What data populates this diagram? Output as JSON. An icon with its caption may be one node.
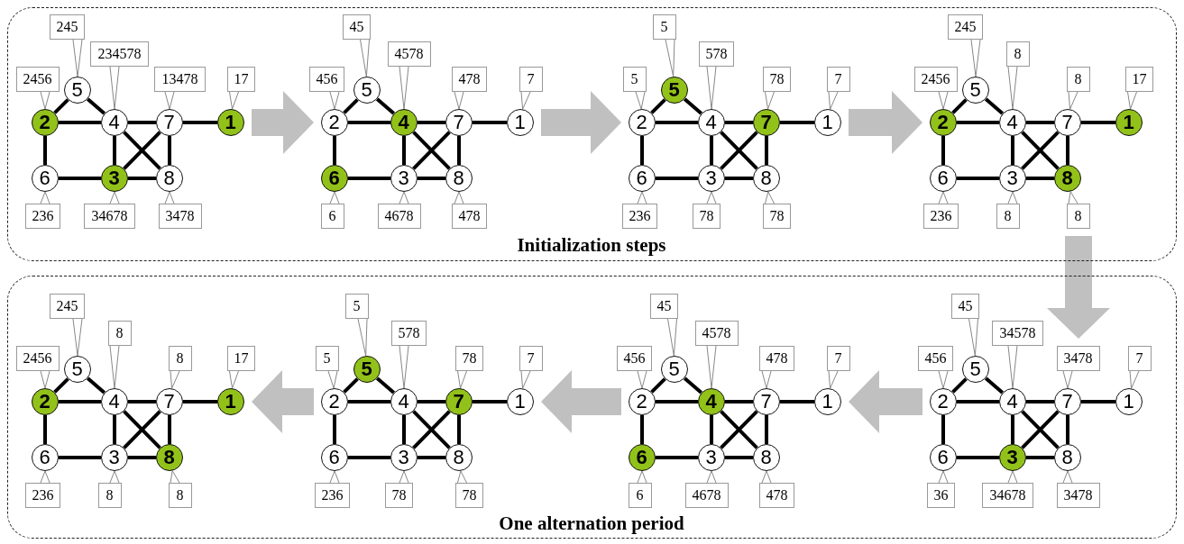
{
  "diagram": {
    "nodes": [
      {
        "text": [
          "Initialization steps"
        ]
      },
      {
        "text": [
          "5"
        ],
        "in": 0
      },
      {
        "text": [
          "2"
        ],
        "in": 0
      },
      {
        "text": [
          "4"
        ],
        "in": 0
      },
      {
        "text": [
          "7"
        ],
        "in": 0
      },
      {
        "text": [
          "1"
        ],
        "in": 0
      },
      {
        "text": [
          "6"
        ],
        "in": 0
      },
      {
        "text": [
          "3"
        ],
        "in": 0
      },
      {
        "text": [
          "8"
        ],
        "in": 0
      },
      {
        "text": [
          "245"
        ],
        "in": 0
      },
      {
        "text": [
          "2456"
        ],
        "in": 0
      },
      {
        "text": [
          "234578"
        ],
        "in": 0
      },
      {
        "text": [
          "13478"
        ],
        "in": 0
      },
      {
        "text": [
          "17"
        ],
        "in": 0
      },
      {
        "text": [
          "236"
        ],
        "in": 0
      },
      {
        "text": [
          "34678"
        ],
        "in": 0
      },
      {
        "text": [
          "3478"
        ],
        "in": 0
      },
      {
        "text": [
          "5"
        ],
        "in": 0
      },
      {
        "text": [
          "2"
        ],
        "in": 0
      },
      {
        "text": [
          "4"
        ],
        "in": 0
      },
      {
        "text": [
          "7"
        ],
        "in": 0
      },
      {
        "text": [
          "1"
        ],
        "in": 0
      },
      {
        "text": [
          "6"
        ],
        "in": 0
      },
      {
        "text": [
          "3"
        ],
        "in": 0
      },
      {
        "text": [
          "8"
        ],
        "in": 0
      },
      {
        "text": [
          "45"
        ],
        "in": 0
      },
      {
        "text": [
          "456"
        ],
        "in": 0
      },
      {
        "text": [
          "4578"
        ],
        "in": 0
      },
      {
        "text": [
          "478"
        ],
        "in": 0
      },
      {
        "text": [
          "7"
        ],
        "in": 0
      },
      {
        "text": [
          "6"
        ],
        "in": 0
      },
      {
        "text": [
          "4678"
        ],
        "in": 0
      },
      {
        "text": [
          "478"
        ],
        "in": 0
      },
      {
        "text": [
          "5"
        ],
        "in": 0
      },
      {
        "text": [
          "2"
        ],
        "in": 0
      },
      {
        "text": [
          "4"
        ],
        "in": 0
      },
      {
        "text": [
          "7"
        ],
        "in": 0
      },
      {
        "text": [
          "1"
        ],
        "in": 0
      },
      {
        "text": [
          "6"
        ],
        "in": 0
      },
      {
        "text": [
          "3"
        ],
        "in": 0
      },
      {
        "text": [
          "8"
        ],
        "in": 0
      },
      {
        "text": [
          "5"
        ],
        "in": 0
      },
      {
        "text": [
          "5"
        ],
        "in": 0
      },
      {
        "text": [
          "578"
        ],
        "in": 0
      },
      {
        "text": [
          "78"
        ],
        "in": 0
      },
      {
        "text": [
          "7"
        ],
        "in": 0
      },
      {
        "text": [
          "236"
        ],
        "in": 0
      },
      {
        "text": [
          "78"
        ],
        "in": 0
      },
      {
        "text": [
          "78"
        ],
        "in": 0
      },
      {
        "text": [
          "5"
        ],
        "in": 0
      },
      {
        "text": [
          "2"
        ],
        "in": 0
      },
      {
        "text": [
          "4"
        ],
        "in": 0
      },
      {
        "text": [
          "7"
        ],
        "in": 0
      },
      {
        "text": [
          "1"
        ],
        "in": 0
      },
      {
        "text": [
          "6"
        ],
        "in": 0
      },
      {
        "text": [
          "3"
        ],
        "in": 0
      },
      {
        "text": [
          "8"
        ],
        "in": 0
      },
      {
        "text": [
          "245"
        ],
        "in": 0
      },
      {
        "text": [
          "2456"
        ],
        "in": 0
      },
      {
        "text": [
          "8"
        ],
        "in": 0
      },
      {
        "text": [
          "8"
        ],
        "in": 0
      },
      {
        "text": [
          "17"
        ],
        "in": 0
      },
      {
        "text": [
          "236"
        ],
        "in": 0
      },
      {
        "text": [
          "8"
        ],
        "in": 0
      },
      {
        "text": [
          "8"
        ],
        "in": 0
      },
      {
        "text": [
          "One alternation period"
        ]
      },
      {
        "text": [
          "5"
        ],
        "in": 65
      },
      {
        "text": [
          "2"
        ],
        "in": 65
      },
      {
        "text": [
          "4"
        ],
        "in": 65
      },
      {
        "text": [
          "7"
        ],
        "in": 65
      },
      {
        "text": [
          "1"
        ],
        "in": 65
      },
      {
        "text": [
          "6"
        ],
        "in": 65
      },
      {
        "text": [
          "3"
        ],
        "in": 65
      },
      {
        "text": [
          "8"
        ],
        "in": 65
      },
      {
        "text": [
          "245"
        ],
        "in": 65
      },
      {
        "text": [
          "2456"
        ],
        "in": 65
      },
      {
        "text": [
          "8"
        ],
        "in": 65
      },
      {
        "text": [
          "8"
        ],
        "in": 65
      },
      {
        "text": [
          "17"
        ],
        "in": 65
      },
      {
        "text": [
          "236"
        ],
        "in": 65
      },
      {
        "text": [
          "8"
        ],
        "in": 65
      },
      {
        "text": [
          "8"
        ],
        "in": 65
      },
      {
        "text": [
          "5"
        ],
        "in": 65
      },
      {
        "text": [
          "2"
        ],
        "in": 65
      },
      {
        "text": [
          "4"
        ],
        "in": 65
      },
      {
        "text": [
          "7"
        ],
        "in": 65
      },
      {
        "text": [
          "1"
        ],
        "in": 65
      },
      {
        "text": [
          "6"
        ],
        "in": 65
      },
      {
        "text": [
          "3"
        ],
        "in": 65
      },
      {
        "text": [
          "8"
        ],
        "in": 65
      },
      {
        "text": [
          "5"
        ],
        "in": 65
      },
      {
        "text": [
          "5"
        ],
        "in": 65
      },
      {
        "text": [
          "578"
        ],
        "in": 65
      },
      {
        "text": [
          "78"
        ],
        "in": 65
      },
      {
        "text": [
          "7"
        ],
        "in": 65
      },
      {
        "text": [
          "236"
        ],
        "in": 65
      },
      {
        "text": [
          "78"
        ],
        "in": 65
      },
      {
        "text": [
          "78"
        ],
        "in": 65
      },
      {
        "text": [
          "5"
        ],
        "in": 65
      },
      {
        "text": [
          "2"
        ],
        "in": 65
      },
      {
        "text": [
          "4"
        ],
        "in": 65
      },
      {
        "text": [
          "7"
        ],
        "in": 65
      },
      {
        "text": [
          "1"
        ],
        "in": 65
      },
      {
        "text": [
          "6"
        ],
        "in": 65
      },
      {
        "text": [
          "3"
        ],
        "in": 65
      },
      {
        "text": [
          "8"
        ],
        "in": 65
      },
      {
        "text": [
          "45"
        ],
        "in": 65
      },
      {
        "text": [
          "456"
        ],
        "in": 65
      },
      {
        "text": [
          "4578"
        ],
        "in": 65
      },
      {
        "text": [
          "478"
        ],
        "in": 65
      },
      {
        "text": [
          "7"
        ],
        "in": 65
      },
      {
        "text": [
          "6"
        ],
        "in": 65
      },
      {
        "text": [
          "4678"
        ],
        "in": 65
      },
      {
        "text": [
          "478"
        ],
        "in": 65
      },
      {
        "text": [
          "5"
        ],
        "in": 65
      },
      {
        "text": [
          "2"
        ],
        "in": 65
      },
      {
        "text": [
          "4"
        ],
        "in": 65
      },
      {
        "text": [
          "7"
        ],
        "in": 65
      },
      {
        "text": [
          "1"
        ],
        "in": 65
      },
      {
        "text": [
          "6"
        ],
        "in": 65
      },
      {
        "text": [
          "3"
        ],
        "in": 65
      },
      {
        "text": [
          "8"
        ],
        "in": 65
      },
      {
        "text": [
          "45"
        ],
        "in": 65
      },
      {
        "text": [
          "456"
        ],
        "in": 65
      },
      {
        "text": [
          "34578"
        ],
        "in": 65
      },
      {
        "text": [
          "3478"
        ],
        "in": 65
      },
      {
        "text": [
          "7"
        ],
        "in": 65
      },
      {
        "text": [
          "36"
        ],
        "in": 65
      },
      {
        "text": [
          "34678"
        ],
        "in": 65
      },
      {
        "text": [
          "3478"
        ],
        "in": 65
      }
    ],
    "edges": [
      {
        "from": 1,
        "to": 2,
        "arrow": "none"
      },
      {
        "from": 1,
        "to": 3,
        "arrow": "none"
      },
      {
        "from": 2,
        "to": 3,
        "arrow": "none"
      },
      {
        "from": 2,
        "to": 6,
        "arrow": "none"
      },
      {
        "from": 3,
        "to": 4,
        "arrow": "none"
      },
      {
        "from": 4,
        "to": 5,
        "arrow": "none"
      },
      {
        "from": 3,
        "to": 7,
        "arrow": "none"
      },
      {
        "from": 3,
        "to": 8,
        "arrow": "none"
      },
      {
        "from": 4,
        "to": 7,
        "arrow": "none"
      },
      {
        "from": 4,
        "to": 8,
        "arrow": "none"
      },
      {
        "from": 6,
        "to": 7,
        "arrow": "none"
      },
      {
        "from": 7,
        "to": 8,
        "arrow": "none"
      },
      {
        "from": 9,
        "to": 1,
        "arrow": "none",
        "color": "#888888"
      },
      {
        "from": 10,
        "to": 2,
        "arrow": "none",
        "color": "#888888"
      },
      {
        "from": 11,
        "to": 3,
        "arrow": "none",
        "color": "#888888"
      },
      {
        "from": 12,
        "to": 4,
        "arrow": "none",
        "color": "#888888"
      },
      {
        "from": 13,
        "to": 5,
        "arrow": "none",
        "color": "#888888"
      },
      {
        "from": 14,
        "to": 6,
        "arrow": "none",
        "color": "#888888"
      },
      {
        "from": 15,
        "to": 7,
        "arrow": "none",
        "color": "#888888"
      },
      {
        "from": 16,
        "to": 8,
        "arrow": "none",
        "color": "#888888"
      },
      {
        "from": 17,
        "to": 18,
        "arrow": "none"
      },
      {
        "from": 17,
        "to": 19,
        "arrow": "none"
      },
      {
        "from": 18,
        "to": 19,
        "arrow": "none"
      },
      {
        "from": 18,
        "to": 22,
        "arrow": "none"
      },
      {
        "from": 19,
        "to": 20,
        "arrow": "none"
      },
      {
        "from": 20,
        "to": 21,
        "arrow": "none"
      },
      {
        "from": 19,
        "to": 23,
        "arrow": "none"
      },
      {
        "from": 19,
        "to": 24,
        "arrow": "none"
      },
      {
        "from": 20,
        "to": 23,
        "arrow": "none"
      },
      {
        "from": 20,
        "to": 24,
        "arrow": "none"
      },
      {
        "from": 22,
        "to": 23,
        "arrow": "none"
      },
      {
        "from": 23,
        "to": 24,
        "arrow": "none"
      },
      {
        "from": 25,
        "to": 17,
        "arrow": "none",
        "color": "#888888"
      },
      {
        "from": 26,
        "to": 18,
        "arrow": "none",
        "color": "#888888"
      },
      {
        "from": 27,
        "to": 19,
        "arrow": "none",
        "color": "#888888"
      },
      {
        "from": 28,
        "to": 20,
        "arrow": "none",
        "color": "#888888"
      },
      {
        "from": 29,
        "to": 21,
        "arrow": "none",
        "color": "#888888"
      },
      {
        "from": 30,
        "to": 22,
        "arrow": "none",
        "color": "#888888"
      },
      {
        "from": 31,
        "to": 23,
        "arrow": "none",
        "color": "#888888"
      },
      {
        "from": 32,
        "to": 24,
        "arrow": "none",
        "color": "#888888"
      },
      {
        "from": 33,
        "to": 34,
        "arrow": "none"
      },
      {
        "from": 33,
        "to": 35,
        "arrow": "none"
      },
      {
        "from": 34,
        "to": 35,
        "arrow": "none"
      },
      {
        "from": 34,
        "to": 38,
        "arrow": "none"
      },
      {
        "from": 35,
        "to": 36,
        "arrow": "none"
      },
      {
        "from": 36,
        "to": 37,
        "arrow": "none"
      },
      {
        "from": 35,
        "to": 39,
        "arrow": "none"
      },
      {
        "from": 35,
        "to": 40,
        "arrow": "none"
      },
      {
        "from": 36,
        "to": 39,
        "arrow": "none"
      },
      {
        "from": 36,
        "to": 40,
        "arrow": "none"
      },
      {
        "from": 38,
        "to": 39,
        "arrow": "none"
      },
      {
        "from": 39,
        "to": 40,
        "arrow": "none"
      },
      {
        "from": 41,
        "to": 33,
        "arrow": "none",
        "color": "#888888"
      },
      {
        "from": 42,
        "to": 34,
        "arrow": "none",
        "color": "#888888"
      },
      {
        "from": 43,
        "to": 35,
        "arrow": "none",
        "color": "#888888"
      },
      {
        "from": 44,
        "to": 36,
        "arrow": "none",
        "color": "#888888"
      },
      {
        "from": 45,
        "to": 37,
        "arrow": "none",
        "color": "#888888"
      },
      {
        "from": 46,
        "to": 38,
        "arrow": "none",
        "color": "#888888"
      },
      {
        "from": 47,
        "to": 39,
        "arrow": "none",
        "color": "#888888"
      },
      {
        "from": 48,
        "to": 40,
        "arrow": "none",
        "color": "#888888"
      },
      {
        "from": 49,
        "to": 50,
        "arrow": "none"
      },
      {
        "from": 49,
        "to": 51,
        "arrow": "none"
      },
      {
        "from": 50,
        "to": 51,
        "arrow": "none"
      },
      {
        "from": 50,
        "to": 54,
        "arrow": "none"
      },
      {
        "from": 51,
        "to": 52,
        "arrow": "none"
      },
      {
        "from": 52,
        "to": 53,
        "arrow": "none"
      },
      {
        "from": 51,
        "to": 55,
        "arrow": "none"
      },
      {
        "from": 51,
        "to": 56,
        "arrow": "none"
      },
      {
        "from": 52,
        "to": 55,
        "arrow": "none"
      },
      {
        "from": 52,
        "to": 56,
        "arrow": "none"
      },
      {
        "from": 54,
        "to": 55,
        "arrow": "none"
      },
      {
        "from": 55,
        "to": 56,
        "arrow": "none"
      },
      {
        "from": 57,
        "to": 49,
        "arrow": "none",
        "color": "#888888"
      },
      {
        "from": 58,
        "to": 50,
        "arrow": "none",
        "color": "#888888"
      },
      {
        "from": 59,
        "to": 51,
        "arrow": "none",
        "color": "#888888"
      },
      {
        "from": 60,
        "to": 52,
        "arrow": "none",
        "color": "#888888"
      },
      {
        "from": 61,
        "to": 53,
        "arrow": "none",
        "color": "#888888"
      },
      {
        "from": 62,
        "to": 54,
        "arrow": "none",
        "color": "#888888"
      },
      {
        "from": 63,
        "to": 55,
        "arrow": "none",
        "color": "#888888"
      },
      {
        "from": 64,
        "to": 56,
        "arrow": "none",
        "color": "#888888"
      },
      {
        "from": 66,
        "to": 67,
        "arrow": "none"
      },
      {
        "from": 66,
        "to": 68,
        "arrow": "none"
      },
      {
        "from": 67,
        "to": 68,
        "arrow": "none"
      },
      {
        "from": 67,
        "to": 71,
        "arrow": "none"
      },
      {
        "from": 68,
        "to": 69,
        "arrow": "none"
      },
      {
        "from": 69,
        "to": 70,
        "arrow": "none"
      },
      {
        "from": 68,
        "to": 72,
        "arrow": "none"
      },
      {
        "from": 68,
        "to": 73,
        "arrow": "none"
      },
      {
        "from": 69,
        "to": 72,
        "arrow": "none"
      },
      {
        "from": 69,
        "to": 73,
        "arrow": "none"
      },
      {
        "from": 71,
        "to": 72,
        "arrow": "none"
      },
      {
        "from": 72,
        "to": 73,
        "arrow": "none"
      },
      {
        "from": 74,
        "to": 66,
        "arrow": "none",
        "color": "#888888"
      },
      {
        "from": 75,
        "to": 67,
        "arrow": "none",
        "color": "#888888"
      },
      {
        "from": 76,
        "to": 68,
        "arrow": "none",
        "color": "#888888"
      },
      {
        "from": 77,
        "to": 69,
        "arrow": "none",
        "color": "#888888"
      },
      {
        "from": 78,
        "to": 70,
        "arrow": "none",
        "color": "#888888"
      },
      {
        "from": 79,
        "to": 71,
        "arrow": "none",
        "color": "#888888"
      },
      {
        "from": 80,
        "to": 72,
        "arrow": "none",
        "color": "#888888"
      },
      {
        "from": 81,
        "to": 73,
        "arrow": "none",
        "color": "#888888"
      },
      {
        "from": 82,
        "to": 83,
        "arrow": "none"
      },
      {
        "from": 82,
        "to": 84,
        "arrow": "none"
      },
      {
        "from": 83,
        "to": 84,
        "arrow": "none"
      },
      {
        "from": 83,
        "to": 87,
        "arrow": "none"
      },
      {
        "from": 84,
        "to": 85,
        "arrow": "none"
      },
      {
        "from": 85,
        "to": 86,
        "arrow": "none"
      },
      {
        "from": 84,
        "to": 88,
        "arrow": "none"
      },
      {
        "from": 84,
        "to": 89,
        "arrow": "none"
      },
      {
        "from": 85,
        "to": 88,
        "arrow": "none"
      },
      {
        "from": 85,
        "to": 89,
        "arrow": "none"
      },
      {
        "from": 87,
        "to": 88,
        "arrow": "none"
      },
      {
        "from": 88,
        "to": 89,
        "arrow": "none"
      },
      {
        "from": 90,
        "to": 82,
        "arrow": "none",
        "color": "#888888"
      },
      {
        "from": 91,
        "to": 83,
        "arrow": "none",
        "color": "#888888"
      },
      {
        "from": 92,
        "to": 84,
        "arrow": "none",
        "color": "#888888"
      },
      {
        "from": 93,
        "to": 85,
        "arrow": "none",
        "color": "#888888"
      },
      {
        "from": 94,
        "to": 86,
        "arrow": "none",
        "color": "#888888"
      },
      {
        "from": 95,
        "to": 87,
        "arrow": "none",
        "color": "#888888"
      },
      {
        "from": 96,
        "to": 88,
        "arrow": "none",
        "color": "#888888"
      },
      {
        "from": 97,
        "to": 89,
        "arrow": "none",
        "color": "#888888"
      },
      {
        "from": 98,
        "to": 99,
        "arrow": "none"
      },
      {
        "from": 98,
        "to": 100,
        "arrow": "none"
      },
      {
        "from": 99,
        "to": 100,
        "arrow": "none"
      },
      {
        "from": 99,
        "to": 103,
        "arrow": "none"
      },
      {
        "from": 100,
        "to": 101,
        "arrow": "none"
      },
      {
        "from": 101,
        "to": 102,
        "arrow": "none"
      },
      {
        "from": 100,
        "to": 104,
        "arrow": "none"
      },
      {
        "from": 100,
        "to": 105,
        "arrow": "none"
      },
      {
        "from": 101,
        "to": 104,
        "arrow": "none"
      },
      {
        "from": 101,
        "to": 105,
        "arrow": "none"
      },
      {
        "from": 103,
        "to": 104,
        "arrow": "none"
      },
      {
        "from": 104,
        "to": 105,
        "arrow": "none"
      },
      {
        "from": 106,
        "to": 98,
        "arrow": "none",
        "color": "#888888"
      },
      {
        "from": 107,
        "to": 99,
        "arrow": "none",
        "color": "#888888"
      },
      {
        "from": 108,
        "to": 100,
        "arrow": "none",
        "color": "#888888"
      },
      {
        "from": 109,
        "to": 101,
        "arrow": "none",
        "color": "#888888"
      },
      {
        "from": 110,
        "to": 102,
        "arrow": "none",
        "color": "#888888"
      },
      {
        "from": 111,
        "to": 103,
        "arrow": "none",
        "color": "#888888"
      },
      {
        "from": 112,
        "to": 104,
        "arrow": "none",
        "color": "#888888"
      },
      {
        "from": 113,
        "to": 105,
        "arrow": "none",
        "color": "#888888"
      },
      {
        "from": 114,
        "to": 115,
        "arrow": "none"
      },
      {
        "from": 114,
        "to": 116,
        "arrow": "none"
      },
      {
        "from": 115,
        "to": 116,
        "arrow": "none"
      },
      {
        "from": 115,
        "to": 119,
        "arrow": "none"
      },
      {
        "from": 116,
        "to": 117,
        "arrow": "none"
      },
      {
        "from": 117,
        "to": 118,
        "arrow": "none"
      },
      {
        "from": 116,
        "to": 120,
        "arrow": "none"
      },
      {
        "from": 116,
        "to": 121,
        "arrow": "none"
      },
      {
        "from": 117,
        "to": 120,
        "arrow": "none"
      },
      {
        "from": 117,
        "to": 121,
        "arrow": "none"
      },
      {
        "from": 119,
        "to": 120,
        "arrow": "none"
      },
      {
        "from": 120,
        "to": 121,
        "arrow": "none"
      },
      {
        "from": 122,
        "to": 114,
        "arrow": "none",
        "color": "#888888"
      },
      {
        "from": 123,
        "to": 115,
        "arrow": "none",
        "color": "#888888"
      },
      {
        "from": 124,
        "to": 116,
        "arrow": "none",
        "color": "#888888"
      },
      {
        "from": 125,
        "to": 117,
        "arrow": "none",
        "color": "#888888"
      },
      {
        "from": 126,
        "to": 118,
        "arrow": "none",
        "color": "#888888"
      },
      {
        "from": 127,
        "to": 119,
        "arrow": "none",
        "color": "#888888"
      },
      {
        "from": 128,
        "to": 120,
        "arrow": "none",
        "color": "#888888"
      },
      {
        "from": 129,
        "to": 121,
        "arrow": "none",
        "color": "#888888"
      },
      {
        "from": 5,
        "to": 18,
        "arrow": "to",
        "style": "thick",
        "color": "#c0c0c0"
      },
      {
        "from": 21,
        "to": 34,
        "arrow": "to",
        "style": "thick",
        "color": "#c0c0c0"
      },
      {
        "from": 37,
        "to": 50,
        "arrow": "to",
        "style": "thick",
        "color": "#c0c0c0"
      },
      {
        "from": 64,
        "to": 125,
        "arrow": "to",
        "style": "thick",
        "color": "#c0c0c0"
      },
      {
        "from": 115,
        "to": 102,
        "arrow": "to",
        "style": "thick",
        "color": "#c0c0c0"
      },
      {
        "from": 99,
        "to": 86,
        "arrow": "to",
        "style": "thick",
        "color": "#c0c0c0"
      },
      {
        "from": 83,
        "to": 70,
        "arrow": "to",
        "style": "thick",
        "color": "#c0c0c0"
      }
    ]
  }
}
